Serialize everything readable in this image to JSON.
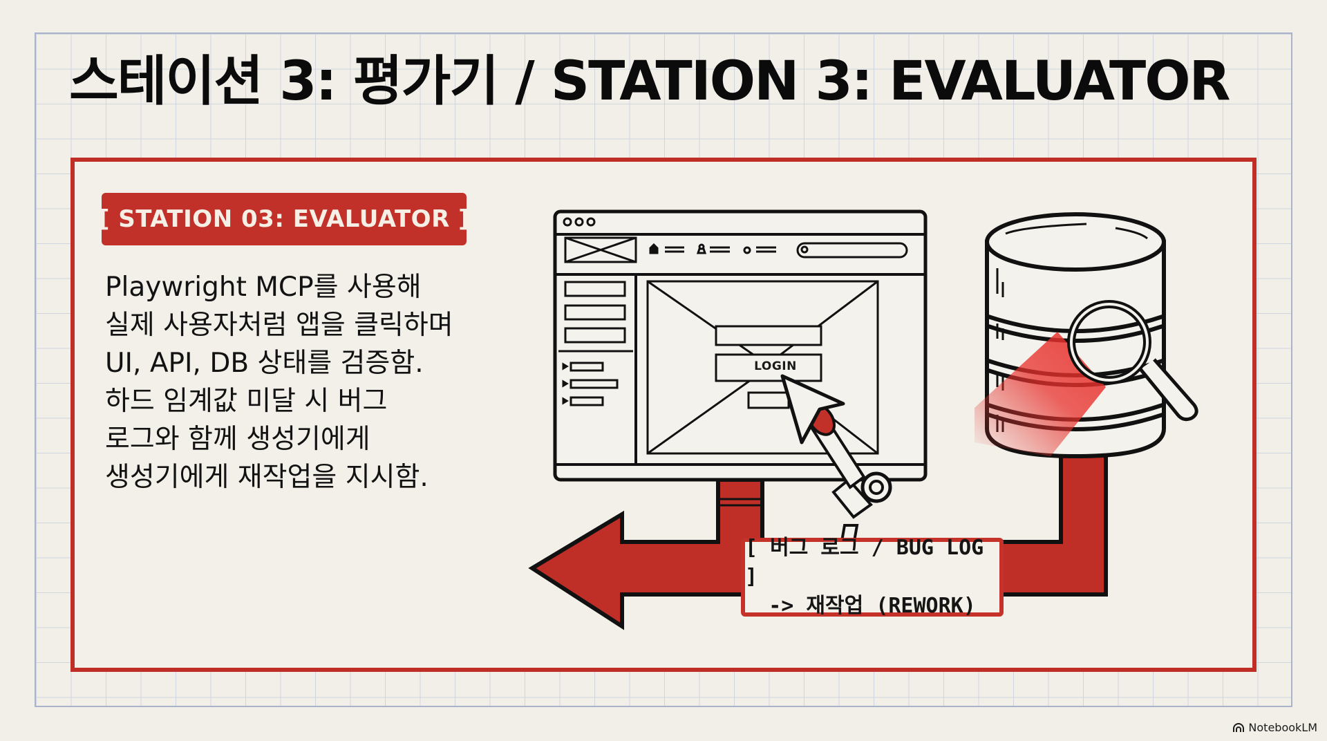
{
  "slide": {
    "title": "스테이션 3: 평가기 / STATION 3: EVALUATOR",
    "badge": "[ STATION 03: EVALUATOR ]",
    "description_lines": [
      "Playwright MCP를 사용해",
      "실제 사용자처럼 앱을 클릭하며",
      "UI, API, DB 상태를 검증함.",
      "하드 임계값 미달 시 버그",
      "로그와 함께 생성기에게",
      "생성기에게 재작업을 지시함."
    ]
  },
  "illustration": {
    "browser_mockup": {
      "login_button": "LOGIN",
      "icons": [
        "window-dots-icon",
        "image-placeholder-icon",
        "home-icon",
        "user-icon",
        "bell-icon",
        "search-icon"
      ]
    },
    "database_icon": "database-with-magnifier-icon",
    "bug_log": {
      "line1": "[ 버그 로그 / BUG LOG ]",
      "line2": "-> 재작업 (REWORK)"
    },
    "arrow_direction": "left"
  },
  "footer": {
    "brand": "NotebookLM"
  },
  "colors": {
    "accent_red": "#c1312a",
    "background": "#f1efe8",
    "grid_line": "#cfd4de",
    "text": "#111111"
  }
}
